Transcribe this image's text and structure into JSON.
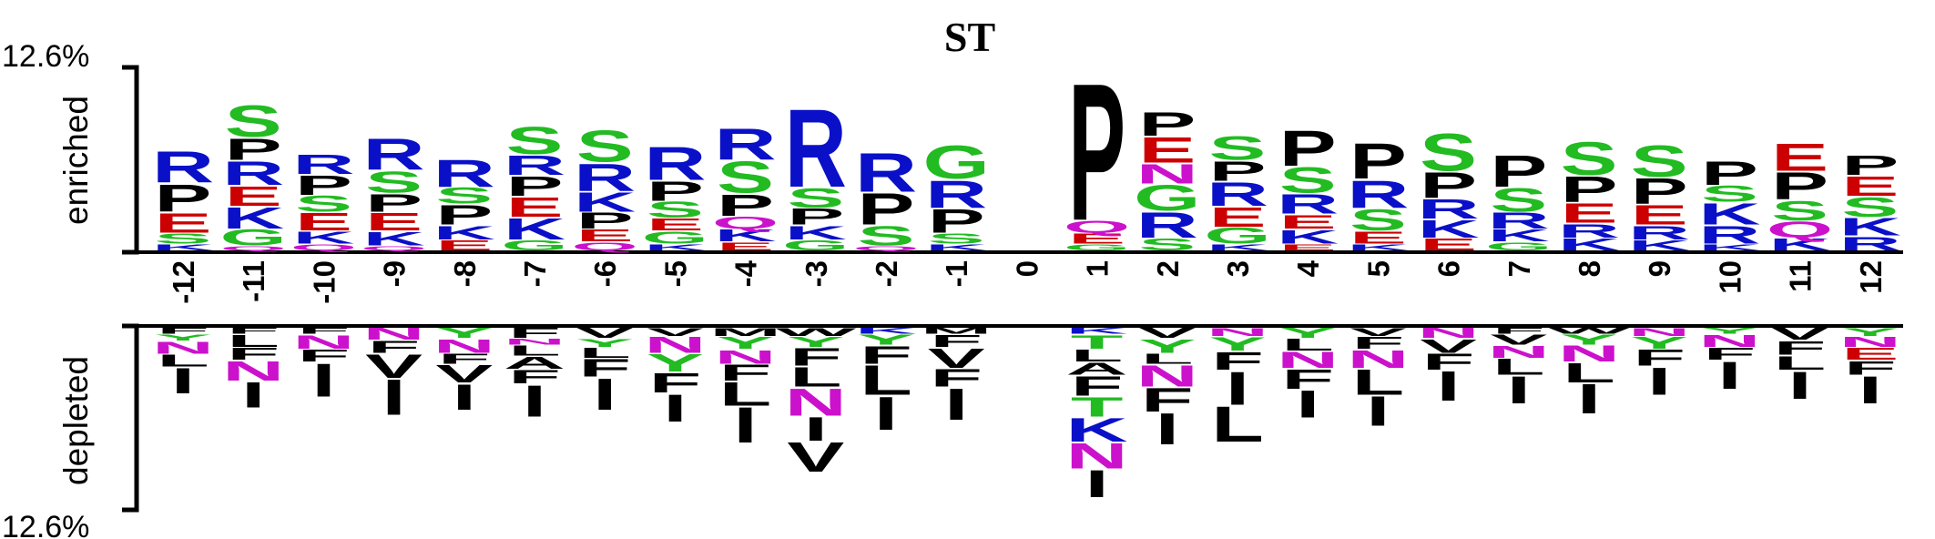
{
  "chart_data": {
    "type": "sequence-logo",
    "title": "ST",
    "y_max_label": "12.6%",
    "y_min_label": "12.6%",
    "enriched_label": "enriched",
    "depleted_label": "depleted",
    "ylim_percent": [
      -12.6,
      12.6
    ],
    "colors": {
      "R": "#0a10c8",
      "K": "#0a10c8",
      "P": "#000000",
      "L": "#000000",
      "I": "#000000",
      "V": "#000000",
      "F": "#000000",
      "A": "#000000",
      "M": "#000000",
      "W": "#000000",
      "S": "#22bb22",
      "G": "#22bb22",
      "T": "#22bb22",
      "Y": "#22bb22",
      "C": "#22bb22",
      "E": "#cc0000",
      "D": "#cc0000",
      "N": "#cc11cc",
      "Q": "#cc11cc",
      "H": "#0a10c8"
    },
    "positions": [
      "-12",
      "-11",
      "-10",
      "-9",
      "-8",
      "-7",
      "-6",
      "-5",
      "-4",
      "-3",
      "-2",
      "-1",
      "0",
      "1",
      "2",
      "3",
      "4",
      "5",
      "6",
      "7",
      "8",
      "9",
      "10",
      "11",
      "12"
    ],
    "enriched": [
      [
        [
          "K",
          0.3
        ],
        [
          "S",
          0.5
        ],
        [
          "E",
          1.0
        ],
        [
          "P",
          1.4
        ],
        [
          "R",
          1.6
        ]
      ],
      [
        [
          "Q",
          0.2
        ],
        [
          "G",
          0.8
        ],
        [
          "K",
          1.1
        ],
        [
          "E",
          1.0
        ],
        [
          "R",
          1.2
        ],
        [
          "P",
          1.1
        ],
        [
          "S",
          1.6
        ]
      ],
      [
        [
          "Q",
          0.3
        ],
        [
          "K",
          0.6
        ],
        [
          "E",
          0.9
        ],
        [
          "S",
          0.8
        ],
        [
          "P",
          1.0
        ],
        [
          "R",
          1.0
        ]
      ],
      [
        [
          "Q",
          0.2
        ],
        [
          "K",
          0.7
        ],
        [
          "E",
          0.9
        ],
        [
          "P",
          0.9
        ],
        [
          "S",
          1.1
        ],
        [
          "R",
          1.6
        ]
      ],
      [
        [
          "E",
          0.5
        ],
        [
          "K",
          0.7
        ],
        [
          "P",
          1.0
        ],
        [
          "S",
          0.8
        ],
        [
          "R",
          1.4
        ]
      ],
      [
        [
          "G",
          0.5
        ],
        [
          "K",
          1.1
        ],
        [
          "E",
          1.0
        ],
        [
          "P",
          1.0
        ],
        [
          "R",
          1.0
        ],
        [
          "S",
          1.4
        ]
      ],
      [
        [
          "Q",
          0.4
        ],
        [
          "E",
          0.6
        ],
        [
          "P",
          0.8
        ],
        [
          "K",
          1.0
        ],
        [
          "R",
          1.4
        ],
        [
          "S",
          1.6
        ]
      ],
      [
        [
          "K",
          0.3
        ],
        [
          "G",
          0.6
        ],
        [
          "E",
          0.6
        ],
        [
          "S",
          0.8
        ],
        [
          "P",
          1.0
        ],
        [
          "R",
          1.7
        ]
      ],
      [
        [
          "E",
          0.4
        ],
        [
          "K",
          0.6
        ],
        [
          "Q",
          0.6
        ],
        [
          "P",
          1.1
        ],
        [
          "S",
          1.6
        ],
        [
          "R",
          1.6
        ]
      ],
      [
        [
          "G",
          0.5
        ],
        [
          "K",
          0.7
        ],
        [
          "P",
          0.8
        ],
        [
          "S",
          1.0
        ],
        [
          "R",
          4.0
        ]
      ],
      [
        [
          "Q",
          0.2
        ],
        [
          "S",
          1.0
        ],
        [
          "P",
          1.6
        ],
        [
          "R",
          2.0
        ]
      ],
      [
        [
          "K",
          0.3
        ],
        [
          "S",
          0.5
        ],
        [
          "P",
          1.2
        ],
        [
          "R",
          1.4
        ],
        [
          "G",
          1.7
        ]
      ],
      [],
      [
        [
          "G",
          0.3
        ],
        [
          "E",
          0.5
        ],
        [
          "Q",
          0.6
        ],
        [
          "P",
          7.0
        ]
      ],
      [
        [
          "S",
          0.6
        ],
        [
          "R",
          1.3
        ],
        [
          "G",
          1.3
        ],
        [
          "N",
          1.0
        ],
        [
          "E",
          1.3
        ],
        [
          "P",
          1.2
        ]
      ],
      [
        [
          "K",
          0.3
        ],
        [
          "G",
          0.8
        ],
        [
          "E",
          1.0
        ],
        [
          "R",
          1.2
        ],
        [
          "P",
          1.0
        ],
        [
          "S",
          1.2
        ]
      ],
      [
        [
          "E",
          0.3
        ],
        [
          "K",
          0.7
        ],
        [
          "E",
          0.7
        ],
        [
          "R",
          1.0
        ],
        [
          "S",
          1.3
        ],
        [
          "P",
          1.8
        ]
      ],
      [
        [
          "K",
          0.3
        ],
        [
          "E",
          0.6
        ],
        [
          "S",
          1.1
        ],
        [
          "R",
          1.4
        ],
        [
          "P",
          1.8
        ]
      ],
      [
        [
          "E",
          0.6
        ],
        [
          "K",
          0.9
        ],
        [
          "R",
          1.0
        ],
        [
          "P",
          1.3
        ],
        [
          "S",
          1.9
        ]
      ],
      [
        [
          "G",
          0.4
        ],
        [
          "K",
          0.6
        ],
        [
          "R",
          0.8
        ],
        [
          "S",
          1.2
        ],
        [
          "P",
          1.6
        ]
      ],
      [
        [
          "K",
          0.6
        ],
        [
          "R",
          0.7
        ],
        [
          "E",
          1.0
        ],
        [
          "P",
          1.3
        ],
        [
          "S",
          1.7
        ]
      ],
      [
        [
          "K",
          0.5
        ],
        [
          "R",
          0.7
        ],
        [
          "E",
          1.0
        ],
        [
          "P",
          1.3
        ],
        [
          "S",
          1.6
        ]
      ],
      [
        [
          "K",
          0.3
        ],
        [
          "R",
          0.9
        ],
        [
          "K",
          1.1
        ],
        [
          "S",
          0.8
        ],
        [
          "P",
          1.2
        ]
      ],
      [
        [
          "K",
          0.6
        ],
        [
          "Q",
          0.8
        ],
        [
          "S",
          1.0
        ],
        [
          "P",
          1.4
        ],
        [
          "E",
          1.4
        ]
      ],
      [
        [
          "R",
          0.7
        ],
        [
          "K",
          0.9
        ],
        [
          "S",
          1.0
        ],
        [
          "E",
          1.0
        ],
        [
          "P",
          1.0
        ]
      ]
    ],
    "depleted": [
      [
        [
          "F",
          0.3
        ],
        [
          "Y",
          0.3
        ],
        [
          "N",
          0.6
        ],
        [
          "L",
          0.6
        ],
        [
          "I",
          1.3
        ]
      ],
      [
        [
          "F",
          0.3
        ],
        [
          "L",
          0.6
        ],
        [
          "F",
          0.6
        ],
        [
          "N",
          1.0
        ],
        [
          "I",
          1.3
        ]
      ],
      [
        [
          "F",
          0.3
        ],
        [
          "N",
          0.7
        ],
        [
          "F",
          0.6
        ],
        [
          "I",
          1.7
        ]
      ],
      [
        [
          "N",
          0.6
        ],
        [
          "F",
          0.6
        ],
        [
          "V",
          1.2
        ],
        [
          "I",
          1.8
        ]
      ],
      [
        [
          "Y",
          0.5
        ],
        [
          "N",
          0.7
        ],
        [
          "F",
          0.5
        ],
        [
          "V",
          0.9
        ],
        [
          "I",
          1.3
        ]
      ],
      [
        [
          "F",
          0.5
        ],
        [
          "N",
          0.3
        ],
        [
          "L",
          0.5
        ],
        [
          "A",
          0.6
        ],
        [
          "F",
          0.7
        ],
        [
          "I",
          1.6
        ]
      ],
      [
        [
          "V",
          0.5
        ],
        [
          "Y",
          0.4
        ],
        [
          "L",
          0.5
        ],
        [
          "F",
          0.9
        ],
        [
          "I",
          1.6
        ]
      ],
      [
        [
          "V",
          0.4
        ],
        [
          "N",
          0.8
        ],
        [
          "Y",
          0.9
        ],
        [
          "F",
          1.0
        ],
        [
          "I",
          1.4
        ]
      ],
      [
        [
          "M",
          0.4
        ],
        [
          "Y",
          0.6
        ],
        [
          "N",
          0.7
        ],
        [
          "F",
          0.8
        ],
        [
          "L",
          1.2
        ],
        [
          "I",
          1.8
        ]
      ],
      [
        [
          "W",
          0.4
        ],
        [
          "Y",
          0.5
        ],
        [
          "F",
          0.9
        ],
        [
          "L",
          1.0
        ],
        [
          "N",
          1.4
        ],
        [
          "I",
          1.2
        ],
        [
          "V",
          1.5
        ]
      ],
      [
        [
          "K",
          0.3
        ],
        [
          "Y",
          0.5
        ],
        [
          "F",
          0.9
        ],
        [
          "L",
          1.5
        ],
        [
          "I",
          1.7
        ]
      ],
      [
        [
          "M",
          0.3
        ],
        [
          "F",
          0.6
        ],
        [
          "V",
          1.0
        ],
        [
          "F",
          0.9
        ],
        [
          "I",
          1.6
        ]
      ],
      [],
      [
        [
          "K",
          0.3
        ],
        [
          "T",
          0.7
        ],
        [
          "L",
          0.6
        ],
        [
          "A",
          0.6
        ],
        [
          "F",
          1.0
        ],
        [
          "T",
          1.0
        ],
        [
          "K",
          1.2
        ],
        [
          "N",
          1.3
        ],
        [
          "I",
          1.4
        ]
      ],
      [
        [
          "V",
          0.5
        ],
        [
          "Y",
          0.7
        ],
        [
          "L",
          0.5
        ],
        [
          "N",
          1.1
        ],
        [
          "F",
          1.2
        ],
        [
          "I",
          1.6
        ]
      ],
      [
        [
          "N",
          0.4
        ],
        [
          "Y",
          0.7
        ],
        [
          "F",
          0.9
        ],
        [
          "I",
          1.7
        ],
        [
          "L",
          1.8
        ]
      ],
      [
        [
          "Y",
          0.5
        ],
        [
          "L",
          0.6
        ],
        [
          "N",
          0.8
        ],
        [
          "F",
          1.0
        ],
        [
          "I",
          1.4
        ]
      ],
      [
        [
          "V",
          0.4
        ],
        [
          "F",
          0.6
        ],
        [
          "N",
          0.9
        ],
        [
          "L",
          1.3
        ],
        [
          "I",
          1.5
        ]
      ],
      [
        [
          "N",
          0.5
        ],
        [
          "V",
          0.7
        ],
        [
          "F",
          0.8
        ],
        [
          "I",
          1.5
        ]
      ],
      [
        [
          "F",
          0.3
        ],
        [
          "V",
          0.5
        ],
        [
          "N",
          0.6
        ],
        [
          "L",
          0.8
        ],
        [
          "I",
          1.4
        ]
      ],
      [
        [
          "W",
          0.3
        ],
        [
          "Y",
          0.5
        ],
        [
          "N",
          0.8
        ],
        [
          "L",
          1.0
        ],
        [
          "I",
          1.5
        ]
      ],
      [
        [
          "N",
          0.4
        ],
        [
          "Y",
          0.6
        ],
        [
          "F",
          0.8
        ],
        [
          "I",
          1.4
        ]
      ],
      [
        [
          "Y",
          0.3
        ],
        [
          "N",
          0.6
        ],
        [
          "F",
          0.6
        ],
        [
          "I",
          1.4
        ]
      ],
      [
        [
          "V",
          0.6
        ],
        [
          "F",
          0.7
        ],
        [
          "L",
          0.7
        ],
        [
          "I",
          1.4
        ]
      ],
      [
        [
          "Y",
          0.4
        ],
        [
          "N",
          0.5
        ],
        [
          "E",
          0.6
        ],
        [
          "F",
          0.7
        ],
        [
          "I",
          1.4
        ]
      ]
    ]
  }
}
